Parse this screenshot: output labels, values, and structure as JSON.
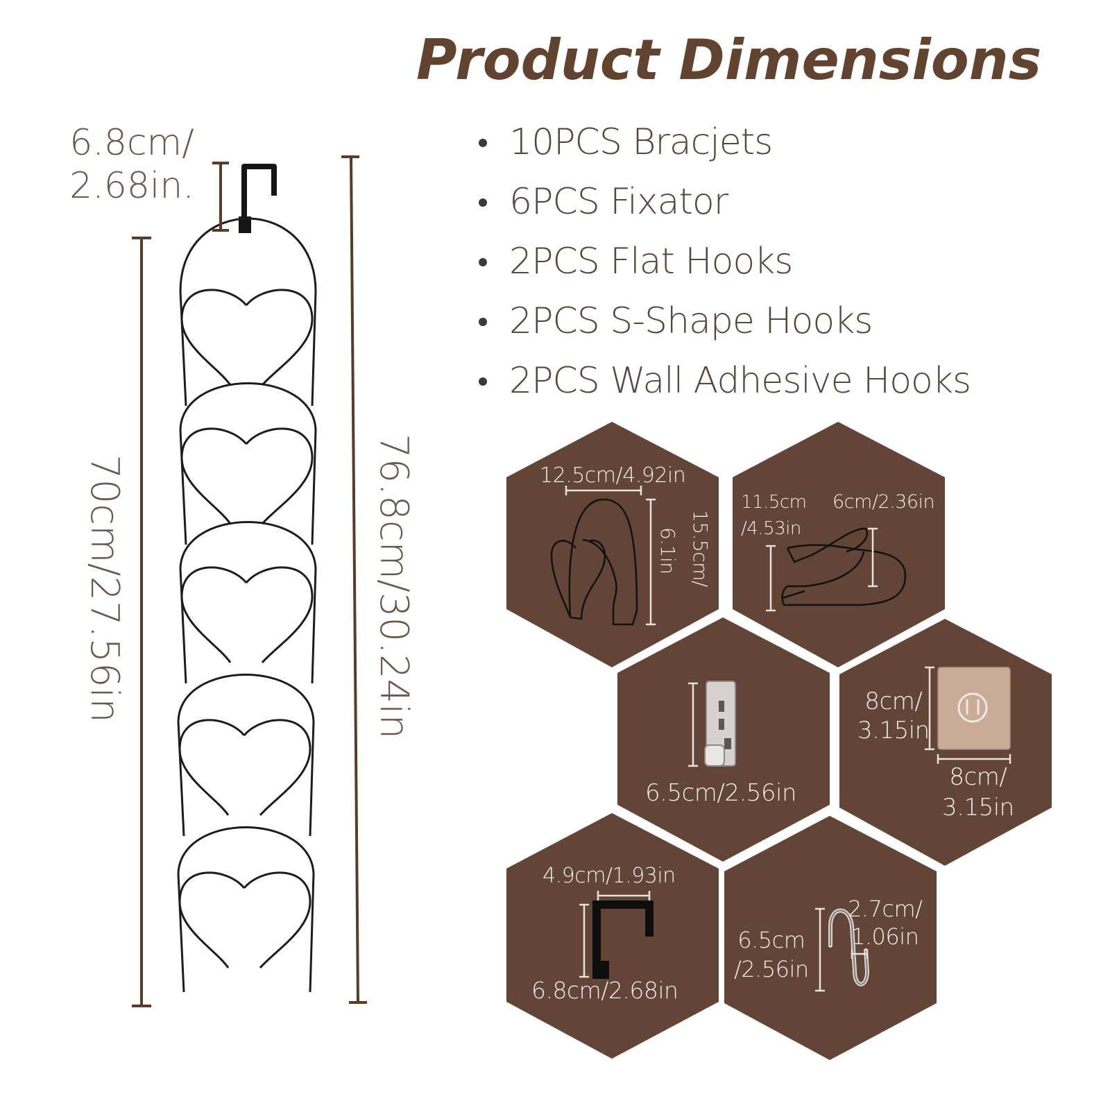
{
  "title": "Product Dimensions",
  "bullets": [
    "10PCS Bracjets",
    "6PCS Fixator",
    "2PCS Flat Hooks",
    "2PCS S-Shape Hooks",
    "2PCS Wall Adhesive Hooks"
  ],
  "rack": {
    "hook_label_line1": "6.8cm/",
    "hook_label_line2": "2.68in.",
    "body_label": "70cm/27.56in",
    "total_label": "76.8cm/30.24in"
  },
  "parts": {
    "bracket": {
      "width": "12.5cm/4.92in",
      "height_line1": "15.5cm/",
      "height_line2": "6.1in"
    },
    "fixator": {
      "length_line1": "11.5cm",
      "length_line2": "/4.53in",
      "width": "6cm/2.36in"
    },
    "clip": {
      "size": "6.5cm/2.56in"
    },
    "adhesive": {
      "height_line1": "8cm/",
      "height_line2": "3.15in",
      "width_line1": "8cm/",
      "width_line2": "3.15in"
    },
    "flat_hook": {
      "width": "4.9cm/1.93in",
      "height": "6.8cm/2.68in"
    },
    "s_hook": {
      "height_line1": "6.5cm",
      "height_line2": "/2.56in",
      "width_line1": "2.7cm/",
      "width_line2": "1.06in"
    }
  },
  "colors": {
    "brand_brown": "#62432f",
    "hex_fill": "#624536",
    "text_gray": "#6b584b"
  }
}
